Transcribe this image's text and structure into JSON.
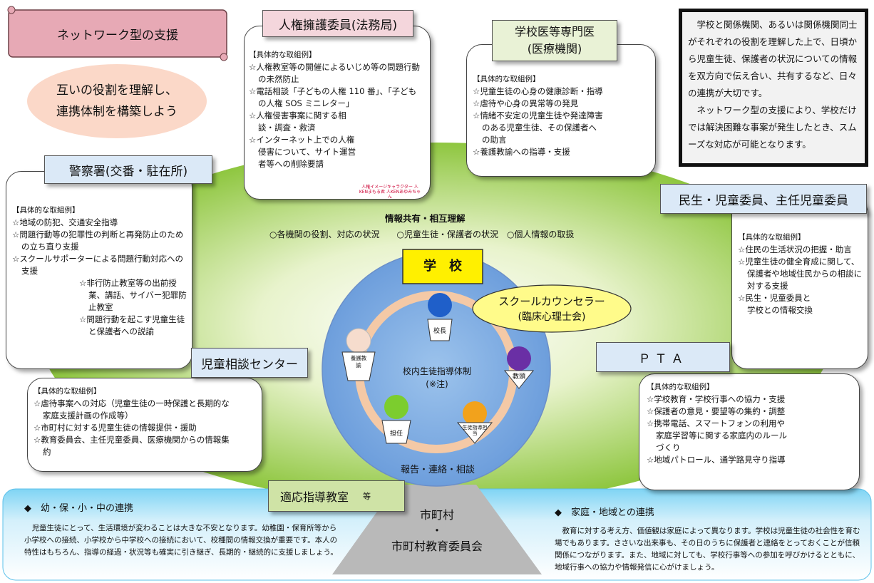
{
  "title": "ネットワーク型の支援",
  "slogan": {
    "line1": "互いの役割を理解し、",
    "line2": "連携体制を構築しよう"
  },
  "summary": {
    "para1": "学校と関係機関、あるいは関係機関同士がそれぞれの役割を理解した上で、日頃から児童生徒、保護者の状況についての情報を双方向で伝え合い、共有するなど、日々の連携が大切です。",
    "para2": "ネットワーク型の支援により、学校だけでは解決困難な事案が発生したとき、スムーズな対応が可能となります。"
  },
  "example_header": "【具体的な取組例】",
  "orgs": {
    "jinken": {
      "title": "人権擁護委員(法務局)",
      "items": [
        "人権教室等の開催によるいじめ等の問題行動の未然防止",
        "電話相談「子どもの人権 110 番」、「子どもの人権 SOS ミニレター」",
        "人権侵害事案に関する相談・調査・救済",
        "インターネット上での人権侵害について、サイト運営者等への削除要請"
      ],
      "mascot_caption": "人権イメージキャラクター 人KENまもる君 人KENあゆみちゃん"
    },
    "gakkoui": {
      "title_line1": "学校医等専門医",
      "title_line2": "(医療機関)",
      "items": [
        "児童生徒の心身の健康診断・指導",
        "虐待や心身の異常等の発見",
        "情緒不安定の児童生徒や発達障害のある児童生徒、その保護者への助言",
        "養護教諭への指導・支援"
      ]
    },
    "keisatsu": {
      "title": "警察署(交番・駐在所)",
      "items": [
        "地域の防犯、交通安全指導",
        "問題行動等の犯罪性の判断と再発防止のための立ち直り支援",
        "スクールサポーターによる問題行動対応への支援",
        "非行防止教室等の出前授業、講話、サイバー犯罪防止教室",
        "問題行動を起こす児童生徒と保護者への説諭"
      ]
    },
    "minsei": {
      "title": "民生・児童委員、主任児童委員",
      "items": [
        "住民の生活状況の把握・助言",
        "児童生徒の健全育成に関して、保護者や地域住民からの相談に対する支援",
        "民生・児童委員と学校との情報交換"
      ]
    },
    "jidou": {
      "title": "児童相談センター",
      "items": [
        "虐待事案への対応（児童生徒の一時保護と長期的な家庭支援計画の作成等）",
        "市町村に対する児童生徒の情報提供・援助",
        "教育委員会、主任児童委員、医療機関からの情報集約"
      ]
    },
    "pta": {
      "title": "ＰＴＡ",
      "items": [
        "学校教育・学校行事への協力・支援",
        "保護者の意見・要望等の集約・調整",
        "携帯電話、スマートフォンの利用や家庭学習等に関する家庭内のルールづくり",
        "地域パトロール、通学路見守り指導"
      ]
    }
  },
  "sharing": {
    "title": "情報共有・相互理解",
    "items": "○各機関の役割、対応の状況　　○児童生徒・保護者の状況　○個人情報の取扱"
  },
  "school": {
    "label": "学　校",
    "system_line1": "校内生徒指導体制",
    "system_line2": "(※注)",
    "report": "報告・連絡・相談",
    "roles": {
      "principal": "校長",
      "vice": "教頭",
      "guidance": "生徒指導担当",
      "homeroom": "担任",
      "nurse": "養護教諭"
    }
  },
  "counselor": {
    "line1": "スクールカウンセラー",
    "line2": "(臨床心理士会)"
  },
  "tekio": {
    "label": "適応指導教室",
    "suffix": "等"
  },
  "municipal": {
    "line1": "市町村",
    "dot": "・",
    "line2": "市町村教育委員会"
  },
  "bottom_left": {
    "title": "幼・保・小・中の連携",
    "text": "児童生徒にとって、生活環境が変わることは大きな不安となります。幼稚園・保育所等から小学校への接続、小学校から中学校への接続において、校種間の情報交換が重要です。本人の特性はもちろん、指導の経過・状況等も確実に引き継ぎ、長期的・継続的に支援しましょう。"
  },
  "bottom_right": {
    "title": "家庭・地域との連携",
    "text": "教育に対する考え方、価値観は家庭によって異なります。学校は児童生徒の社会性を育む場でもあります。ささいな出来事も、その日のうちに保護者と連絡をとっておくことが信頼関係につながります。また、地域に対しても、学校行事等への参加を呼びかけるとともに、地域行事への協力や情報発信に心がけましょう。"
  },
  "colors": {
    "principal": "#1f5fc9",
    "vice": "#6a2fa5",
    "guidance": "#f2a21c",
    "homeroom": "#7ccd2e",
    "nurse": "#f6dccd"
  }
}
